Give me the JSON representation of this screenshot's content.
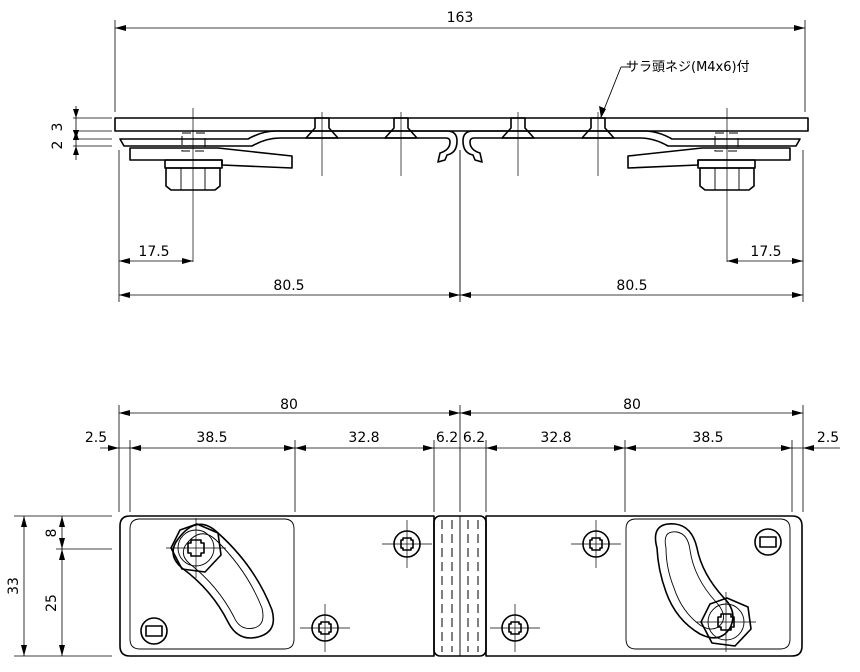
{
  "drawing": {
    "side_view": {
      "overall_width": "163",
      "screw_note": "サラ頭ネジ(M4x6)付",
      "thickness_top": "3",
      "thickness_bottom": "2",
      "offset_left": "17.5",
      "offset_right": "17.5",
      "half_left": "80.5",
      "half_right": "80.5"
    },
    "plan_view": {
      "half_left": "80",
      "half_right": "80",
      "edge_left": "2.5",
      "segment_left_outer": "38.5",
      "segment_left_inner": "32.8",
      "gap_left": "6.2",
      "gap_right": "6.2",
      "segment_right_inner": "32.8",
      "segment_right_outer": "38.5",
      "edge_right": "2.5",
      "height_total": "33",
      "height_top": "8",
      "height_bottom": "25"
    }
  }
}
